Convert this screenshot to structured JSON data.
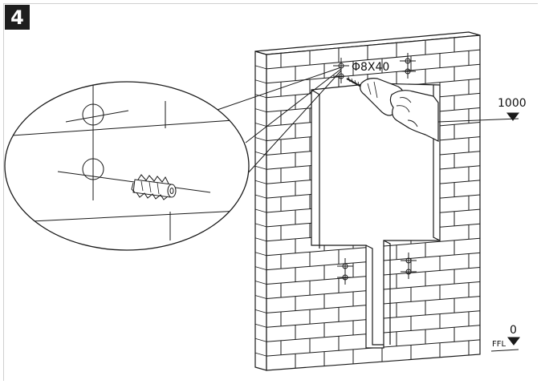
{
  "step": {
    "number": "4"
  },
  "annotations": {
    "hole_spec": "Φ8X40",
    "height_mark": "1000",
    "floor_value": "0",
    "floor_label": "FFL"
  },
  "colors": {
    "line": "#1a1a1a",
    "badge": "#1e1e1e"
  }
}
